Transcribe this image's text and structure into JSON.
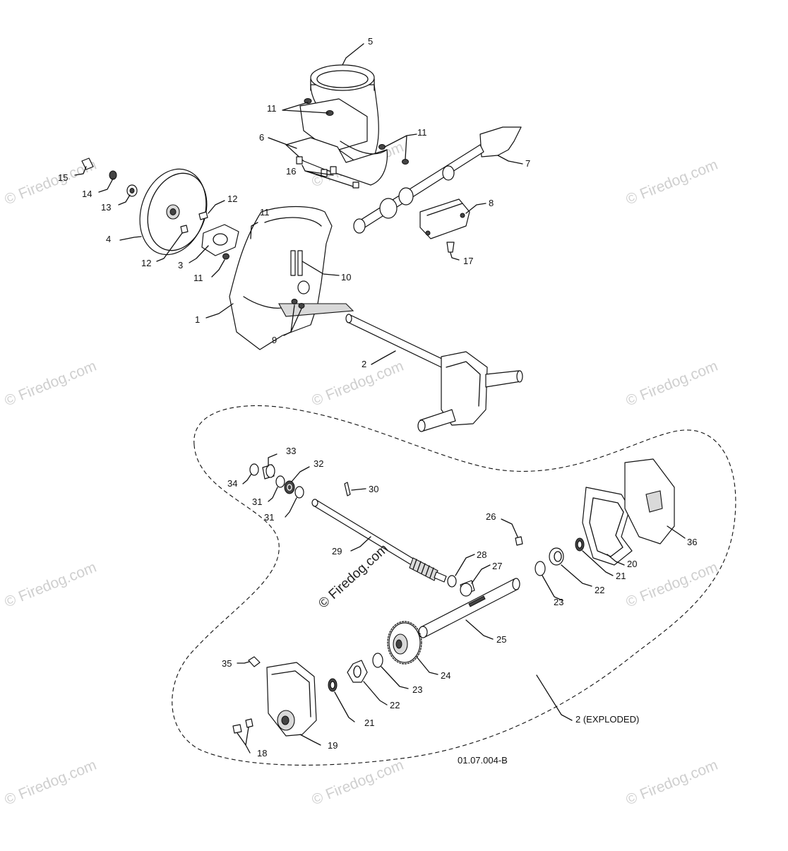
{
  "callouts": [
    {
      "id": "c5",
      "text": "5"
    },
    {
      "id": "c11a",
      "text": "11"
    },
    {
      "id": "c11b",
      "text": "11"
    },
    {
      "id": "c6",
      "text": "6"
    },
    {
      "id": "c7",
      "text": "7"
    },
    {
      "id": "c15",
      "text": "15"
    },
    {
      "id": "c14",
      "text": "14"
    },
    {
      "id": "c13",
      "text": "13"
    },
    {
      "id": "c16",
      "text": "16"
    },
    {
      "id": "c4",
      "text": "4"
    },
    {
      "id": "c12a",
      "text": "12"
    },
    {
      "id": "c12b",
      "text": "12"
    },
    {
      "id": "c3",
      "text": "3"
    },
    {
      "id": "c11c",
      "text": "11"
    },
    {
      "id": "c11d",
      "text": "11"
    },
    {
      "id": "c8",
      "text": "8"
    },
    {
      "id": "c17",
      "text": "17"
    },
    {
      "id": "c10",
      "text": "10"
    },
    {
      "id": "c1",
      "text": "1"
    },
    {
      "id": "c9",
      "text": "9"
    },
    {
      "id": "c2",
      "text": "2"
    },
    {
      "id": "c33",
      "text": "33"
    },
    {
      "id": "c32",
      "text": "32"
    },
    {
      "id": "c34",
      "text": "34"
    },
    {
      "id": "c31a",
      "text": "31"
    },
    {
      "id": "c31b",
      "text": "31"
    },
    {
      "id": "c30",
      "text": "30"
    },
    {
      "id": "c26",
      "text": "26"
    },
    {
      "id": "c36",
      "text": "36"
    },
    {
      "id": "c29",
      "text": "29"
    },
    {
      "id": "c28",
      "text": "28"
    },
    {
      "id": "c27",
      "text": "27"
    },
    {
      "id": "c20",
      "text": "20"
    },
    {
      "id": "c21a",
      "text": "21"
    },
    {
      "id": "c22a",
      "text": "22"
    },
    {
      "id": "c23a",
      "text": "23"
    },
    {
      "id": "c25",
      "text": "25"
    },
    {
      "id": "c35",
      "text": "35"
    },
    {
      "id": "c24",
      "text": "24"
    },
    {
      "id": "c23b",
      "text": "23"
    },
    {
      "id": "c22b",
      "text": "22"
    },
    {
      "id": "c21b",
      "text": "21"
    },
    {
      "id": "c19",
      "text": "19"
    },
    {
      "id": "c18",
      "text": "18"
    },
    {
      "id": "c2e",
      "text": "2 (EXPLODED)"
    }
  ],
  "drawing_number": "01.07.004-B",
  "watermark": "© Firedog.com"
}
